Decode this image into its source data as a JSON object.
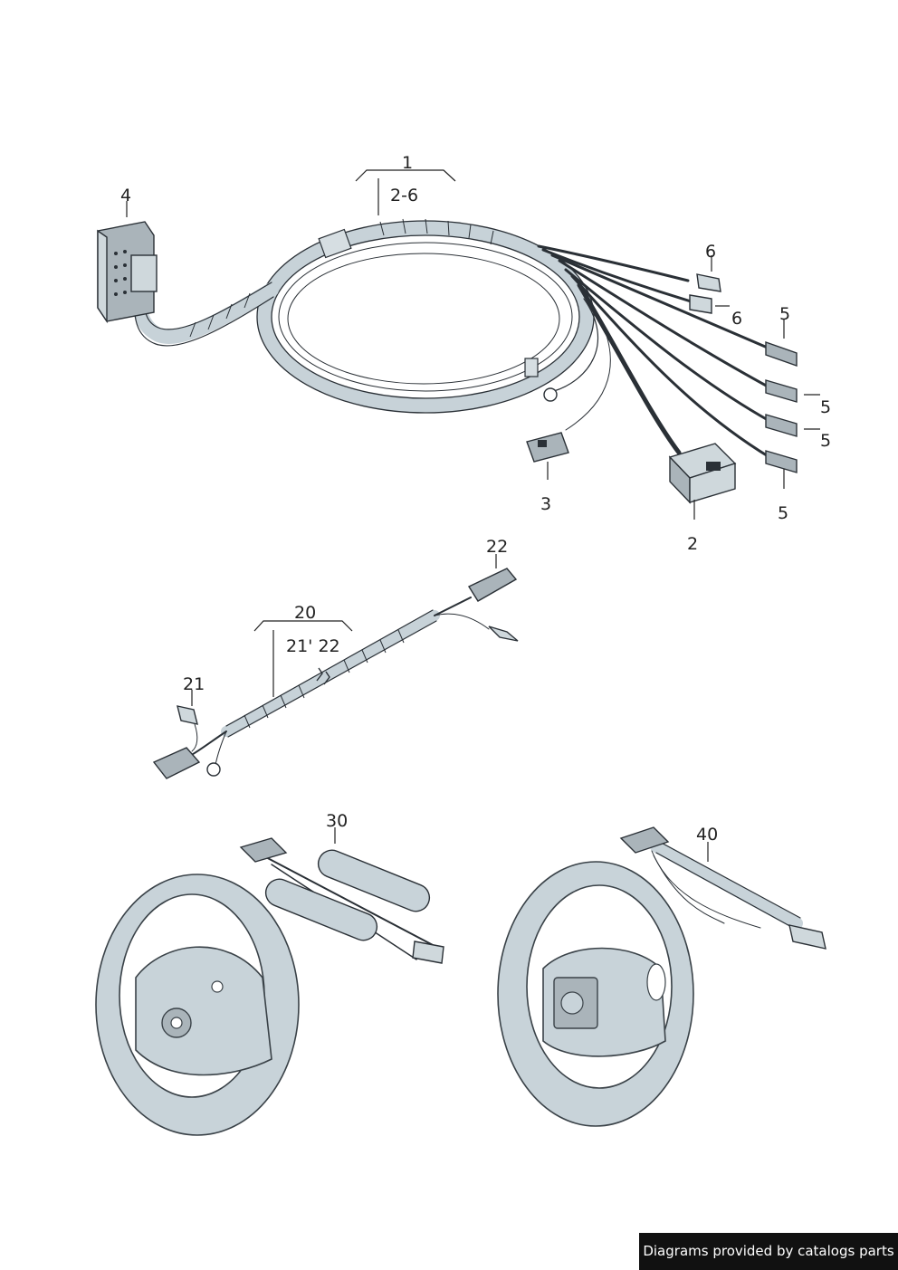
{
  "callouts": {
    "c1": "1",
    "c1_range": "2-6",
    "c2": "2",
    "c3": "3",
    "c4": "4",
    "c5a": "5",
    "c5b": "5",
    "c5c": "5",
    "c5d": "5",
    "c6a": "6",
    "c6b": "6",
    "c20": "20",
    "c20_range": "21' 22",
    "c21": "21",
    "c22": "22",
    "c30": "30",
    "c40": "40"
  },
  "credit": "Diagrams provided by catalogs parts",
  "colors": {
    "wire": "#2a3036",
    "sheath": "#c7d2d8",
    "wheel": "#c8d3d9",
    "credit_bg": "#111111"
  }
}
